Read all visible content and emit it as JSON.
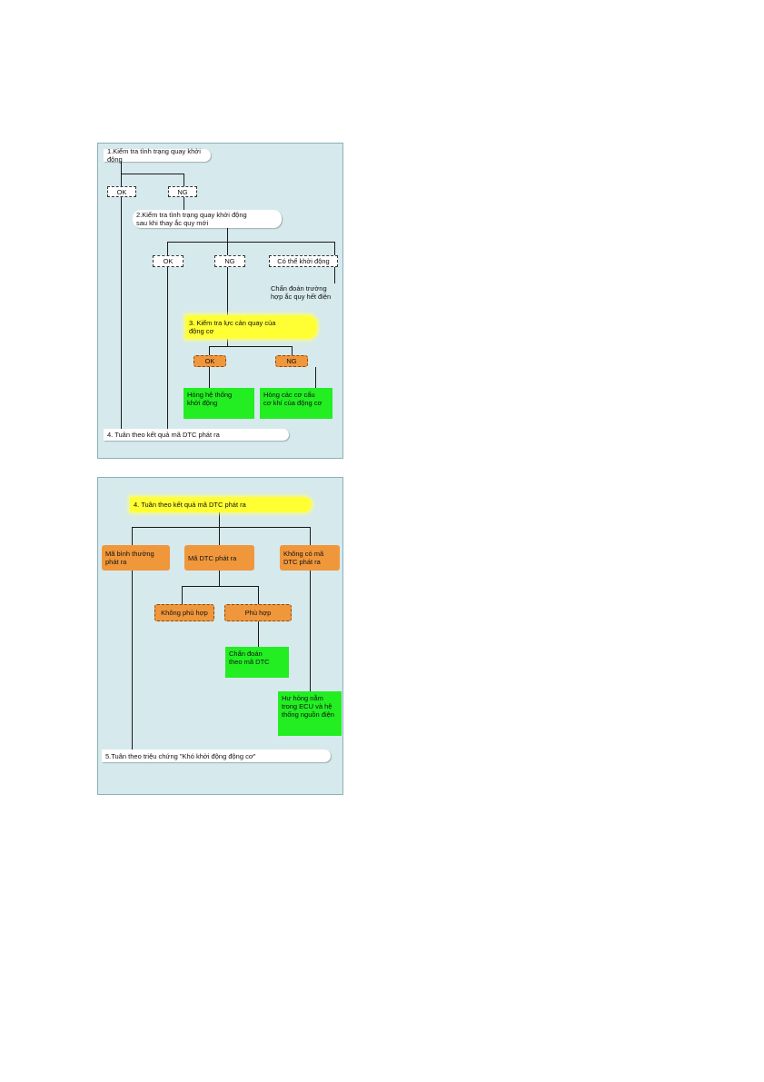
{
  "diagram1": {
    "step1": "1.Kiểm tra tình trạng quay khởi động",
    "ok1": "OK",
    "ng1": "NG",
    "step2": "2.Kiểm tra tình trạng quay khởi động\n  sau khi thay ắc quy mới",
    "ok2": "OK",
    "ng2": "NG",
    "can_start": "Có thể khởi động",
    "diagnose_battery": "Chẩn đoán trường\nhợp ắc quy hết điện",
    "step3": "3. Kiểm tra lực cản quay của\n    động cơ",
    "ok3": "OK",
    "ng3": "NG",
    "starter_fault": "Hỏng hệ thống\nkhởi động",
    "mech_fault": "Hỏng các cơ cấu\ncơ khí của động cơ",
    "step4": "4. Tuân theo kết quả mã DTC phát ra"
  },
  "diagram2": {
    "step4": "4. Tuân theo kết quả mã DTC phát ra",
    "normal_code": "Mã bình thường\nphát ra",
    "dtc_code": "Mã DTC phát ra",
    "no_code": "Không có mã\nDTC phát ra",
    "not_match": "Không phù hợp",
    "match": "Phù hợp",
    "diagnose_dtc": "Chẩn đoán\ntheo mã DTC",
    "ecu_fault": "Hư hỏng nằm\ntrong ECU và hệ\nthống nguồn điện",
    "step5": "5.Tuân theo triệu chứng \"Khó khởi động động cơ\""
  }
}
